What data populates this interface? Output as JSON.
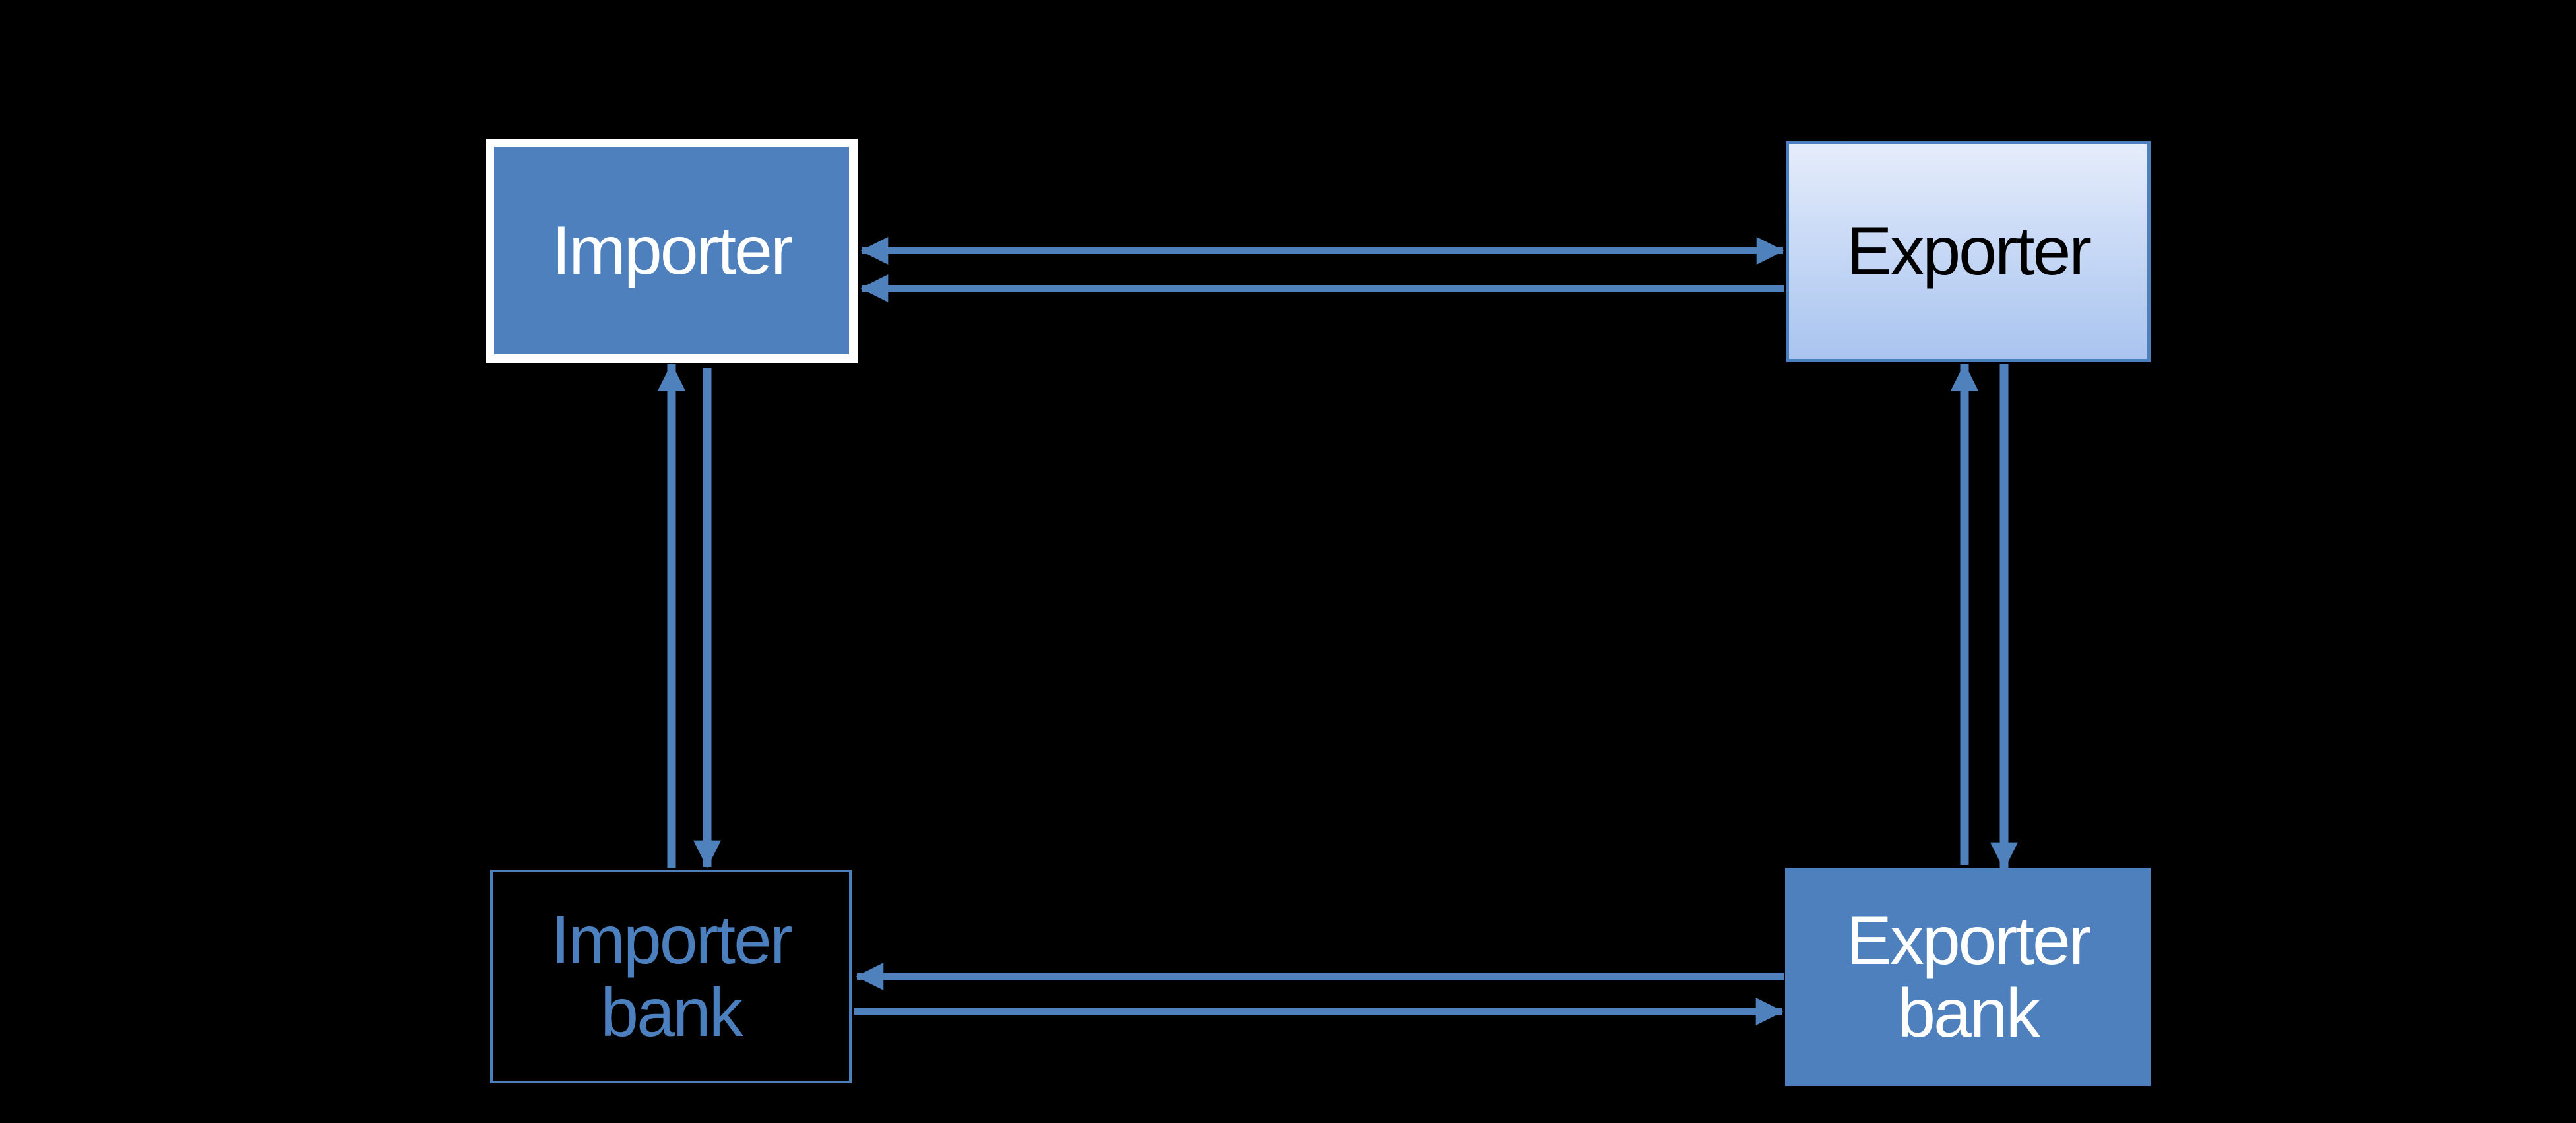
{
  "diagram": {
    "background_color": "#000000",
    "accent_color": "#4f81bd",
    "boxes": {
      "importer": {
        "label": "Importer",
        "fill": "#4e80bd",
        "border_color": "#ffffff",
        "text_color": "#ffffff"
      },
      "exporter": {
        "label": "Exporter",
        "fill_top": "#e6edfb",
        "fill_bottom": "#a9c4ef",
        "border_color": "#4d7fbd",
        "text_color": "#000000"
      },
      "importer_bank": {
        "label_lines": [
          "Importer",
          "bank"
        ],
        "fill": "none",
        "border_color": "#4c7fbd",
        "text_color": "#4c7fbd"
      },
      "exporter_bank": {
        "label_lines": [
          "Exporter",
          "bank"
        ],
        "fill": "#4e80bd",
        "text_color": "#ffffff"
      }
    },
    "arrows": [
      {
        "name": "importer-exporter-top",
        "between": [
          "Importer",
          "Exporter"
        ],
        "heads": "both",
        "color": "#4f81bd"
      },
      {
        "name": "exporter-to-importer-lower",
        "between": [
          "Exporter",
          "Importer"
        ],
        "heads": "left",
        "color": "#4f81bd"
      },
      {
        "name": "importer-bank-to-importer",
        "between": [
          "Importer bank",
          "Importer"
        ],
        "heads": "up",
        "color": "#4f81bd"
      },
      {
        "name": "importer-to-importer-bank",
        "between": [
          "Importer",
          "Importer bank"
        ],
        "heads": "down",
        "color": "#4f81bd"
      },
      {
        "name": "exporter-bank-to-exporter",
        "between": [
          "Exporter bank",
          "Exporter"
        ],
        "heads": "up",
        "color": "#4f81bd"
      },
      {
        "name": "exporter-to-exporter-bank",
        "between": [
          "Exporter",
          "Exporter bank"
        ],
        "heads": "down",
        "color": "#4f81bd"
      },
      {
        "name": "exporter-bank-to-importer-bank",
        "between": [
          "Exporter bank",
          "Importer bank"
        ],
        "heads": "left",
        "color": "#4f81bd"
      },
      {
        "name": "importer-bank-to-exporter-bank",
        "between": [
          "Importer bank",
          "Exporter bank"
        ],
        "heads": "right",
        "color": "#4f81bd"
      }
    ]
  }
}
